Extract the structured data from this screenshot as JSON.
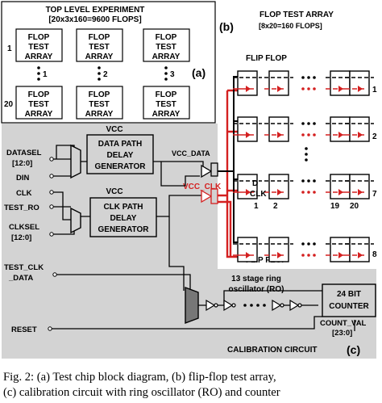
{
  "colors": {
    "red": "#d42020",
    "panel_gray": "#d3d3d3",
    "ink": "#000000"
  },
  "panel_a": {
    "title_line1": "TOP LEVEL EXPERIMENT",
    "title_line2": "[20x3x160=9600 FLOPS]",
    "block_line1": "FLOP",
    "block_line2": "TEST",
    "block_line3": "ARRAY",
    "row_index_top": "1",
    "row_index_bottom": "20",
    "column_indices": [
      "1",
      "2",
      "3"
    ],
    "panel_label": "(a)"
  },
  "panel_b": {
    "panel_label": "(b)",
    "title_line1": "FLOP TEST ARRAY",
    "title_line2": "[8x20=160 FLOPS]",
    "flip_flop_label": "FLIP FLOP",
    "row_numbers": [
      "1",
      "2",
      "7",
      "8"
    ],
    "d_label": "D",
    "clk_label": "CLK",
    "column_numbers": [
      "1",
      "2",
      "19",
      "20"
    ]
  },
  "panel_c": {
    "vcc_label": "VCC",
    "data_delay_line1": "DATA PATH",
    "data_delay_line2": "DELAY",
    "data_delay_line3": "GENERATOR",
    "clk_delay_line1": "CLK PATH",
    "clk_delay_line2": "DELAY",
    "clk_delay_line3": "GENERATOR",
    "vcc_data": "VCC_DATA",
    "vcc_clk": "VCC_CLK",
    "inputs": {
      "datasel_1": "DATASEL",
      "datasel_2": "[12:0]",
      "din": "DIN",
      "clk": "CLK",
      "test_ro": "TEST_RO",
      "clksel_1": "CLKSEL",
      "clksel_2": "[12:0]",
      "test_clk_1": "TEST_CLK",
      "test_clk_2": "_DATA",
      "reset": "RESET"
    },
    "ro_line1": "13 stage ring",
    "ro_line2": "oscillator (RO)",
    "counter_line1": "24 BIT",
    "counter_line2": "COUNTER",
    "count_val_1": "COUNT_VAL",
    "count_val_2": "[23:0]",
    "calibration_label": "CALIBRATION CIRCUIT",
    "panel_label": "(c)"
  },
  "caption": {
    "line1": "Fig. 2: (a) Test chip block diagram, (b) flip-flop test array,",
    "line2": "(c) calibration circuit with ring oscillator (RO) and counter"
  }
}
